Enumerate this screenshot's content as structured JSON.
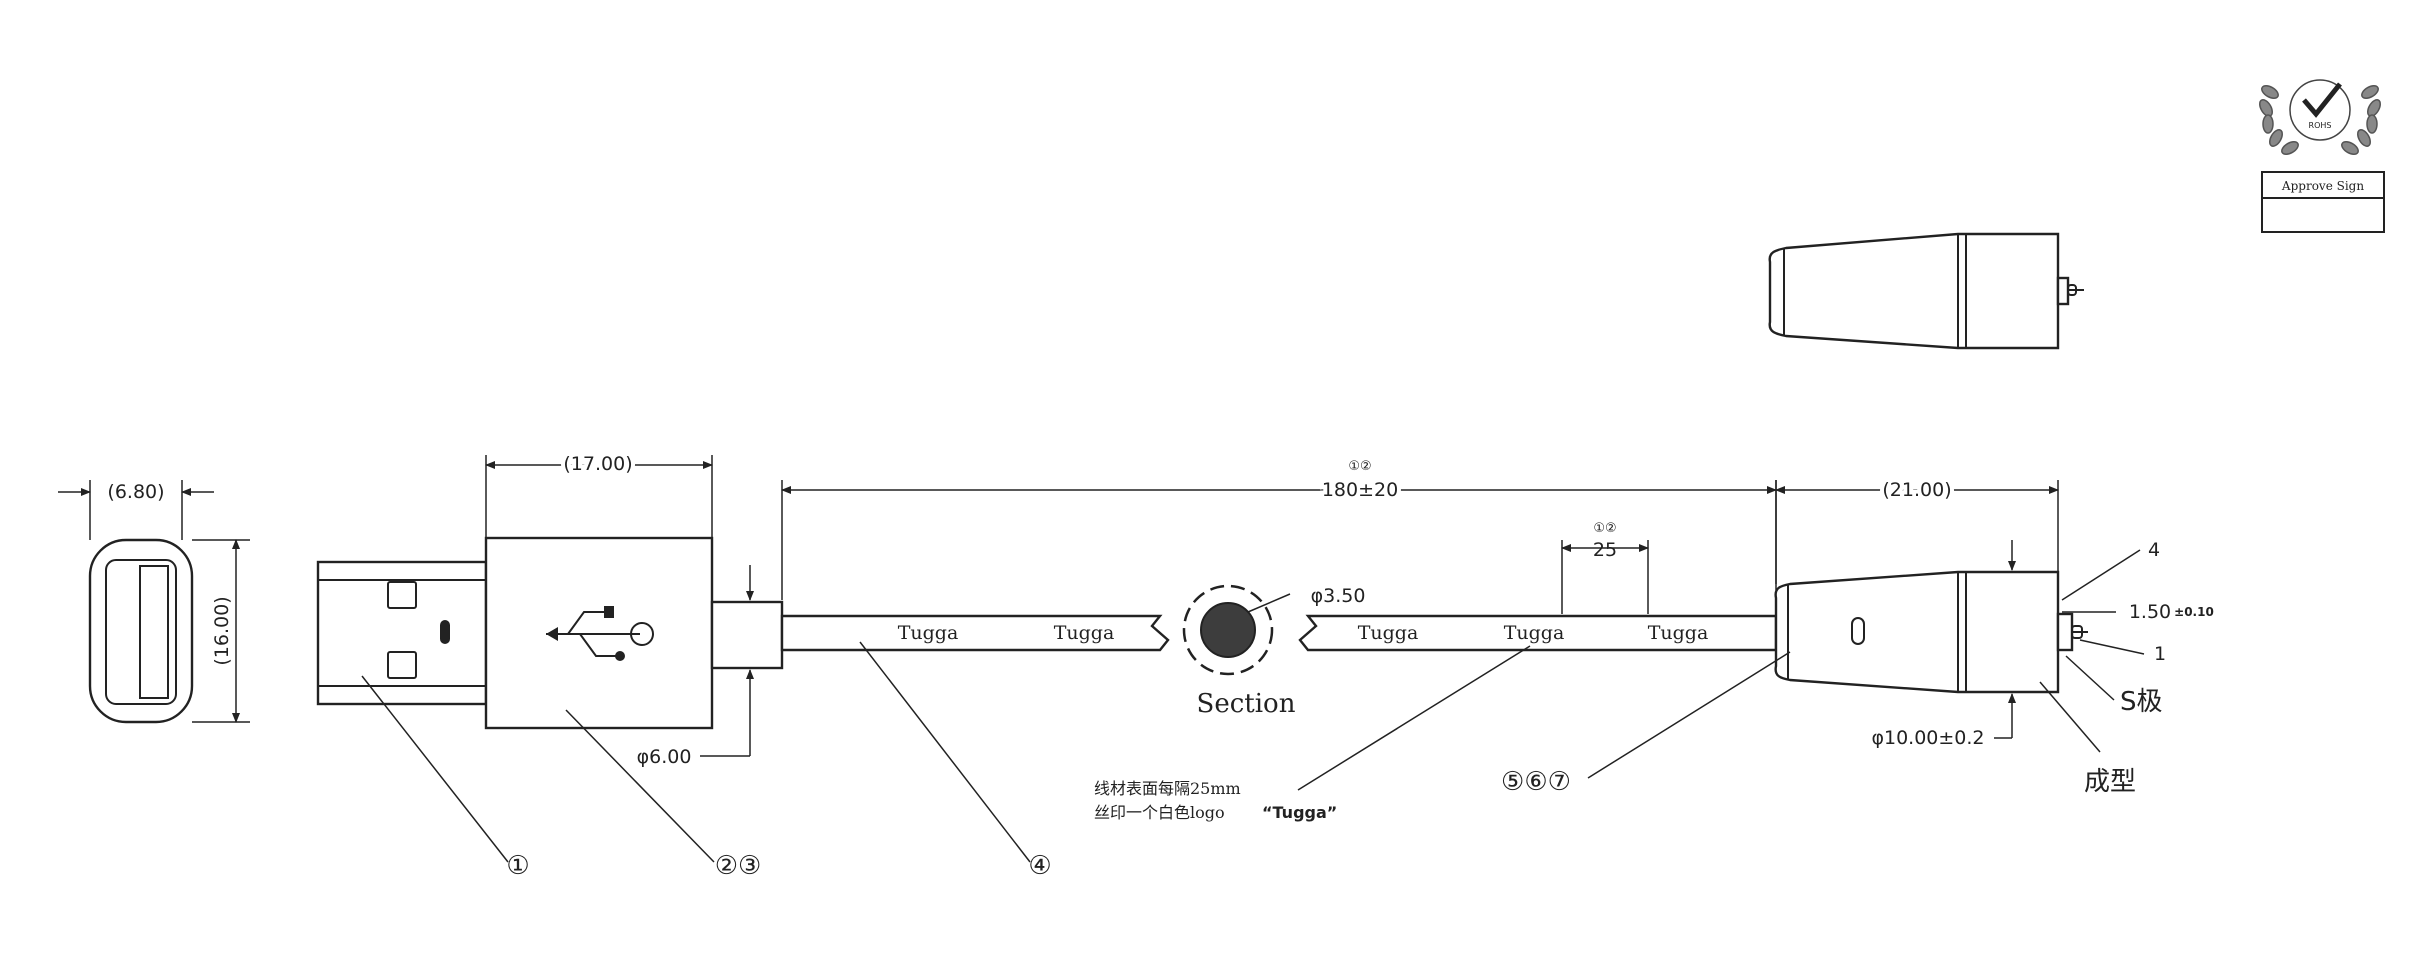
{
  "dimensions": {
    "width_connector": "(6.80)",
    "height_connector": "(16.00)",
    "plug_length": "(17.00)",
    "cable_length": "180±20",
    "cable_length_note_mark": "①②",
    "logo_pitch": "25",
    "logo_pitch_note_mark": "①②",
    "head_length": "(21.00)",
    "strain_relief_dia": "φ6.00",
    "section_dia": "φ3.50",
    "head_dia": "φ10.00±0.2",
    "pin_length_value": "1.50",
    "pin_length_tol": "±0.10",
    "pin_label_4": "4",
    "pin_label_1": "1"
  },
  "cable_printing": {
    "logo_text": "Tugga",
    "logos_left": [
      "Tugga",
      "Tugga"
    ],
    "logos_right": [
      "Tugga",
      "Tugga",
      "Tugga"
    ]
  },
  "labels": {
    "section": "Section",
    "s_pole": "S极",
    "molding": "成型",
    "note_line1": "线材表面每隔25mm",
    "note_line2": "丝印一个白色logo",
    "note_logo": "“Tugga”",
    "head_mark": "0"
  },
  "callouts": [
    "①",
    "②③",
    "④",
    "⑤⑥⑦"
  ],
  "approval": {
    "seal_text": "ROHS",
    "box_title": "Approve Sign",
    "box_value": ""
  },
  "icons": [
    "usb-symbol-icon",
    "rohs-seal-icon",
    "checkmark-icon"
  ]
}
